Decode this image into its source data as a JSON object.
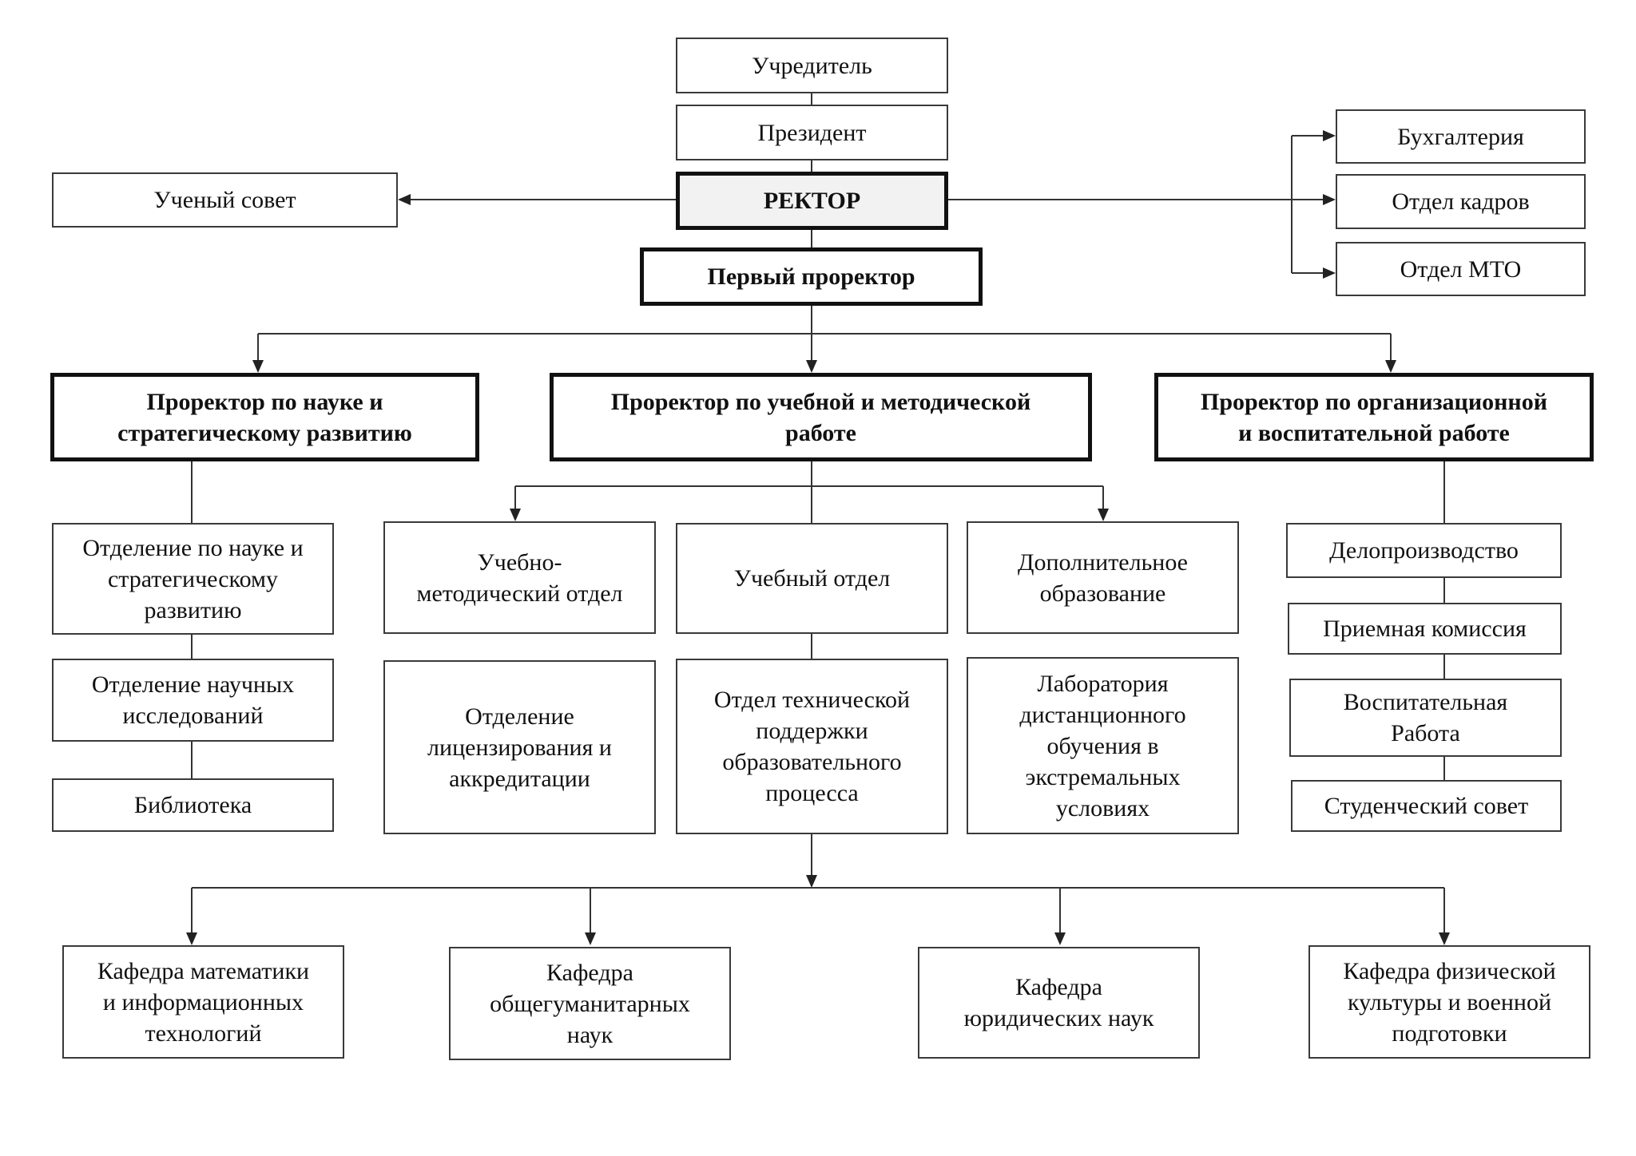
{
  "top": {
    "founder": "Учредитель",
    "president": "Президент",
    "rector": "РЕКТОР",
    "first_vice_rector": "Первый проректор"
  },
  "left_link": {
    "academic_council": "Ученый совет"
  },
  "right_units": {
    "accounting": "Бухгалтерия",
    "hr": "Отдел кадров",
    "mto": "Отдел МТО"
  },
  "vice_rectors": {
    "science": "Проректор по науке и\nстратегическому развитию",
    "education": "Проректор по учебной и методической\nработе",
    "organization": "Проректор по организационной\nи воспитательной работе"
  },
  "science_column": {
    "items": [
      "Отделение по науке и\nстратегическому\nразвитию",
      "Отделение научных\nисследований",
      "Библиотека"
    ]
  },
  "education_columns": {
    "methodical": "Учебно-\nметодический отдел",
    "academic": "Учебный отдел",
    "additional": "Дополнительное\nобразование",
    "licensing": "Отделение\nлицензирования и\nаккредитации",
    "tech_support": "Отдел технической\nподдержки\nобразовательного\nпроцесса",
    "lab": "Лаборатория\nдистанционного\nобучения в\nэкстремальных\nусловиях"
  },
  "organization_column": {
    "items": [
      "Делопроизводство",
      "Приемная комиссия",
      "Воспитательная\nРабота",
      "Студенческий совет"
    ]
  },
  "departments": {
    "items": [
      "Кафедра математики\nи информационных\nтехнологий",
      "Кафедра\nобщегуманитарных\nнаук",
      "Кафедра\nюридических наук",
      "Кафедра физической\nкультуры и военной\nподготовки"
    ]
  }
}
